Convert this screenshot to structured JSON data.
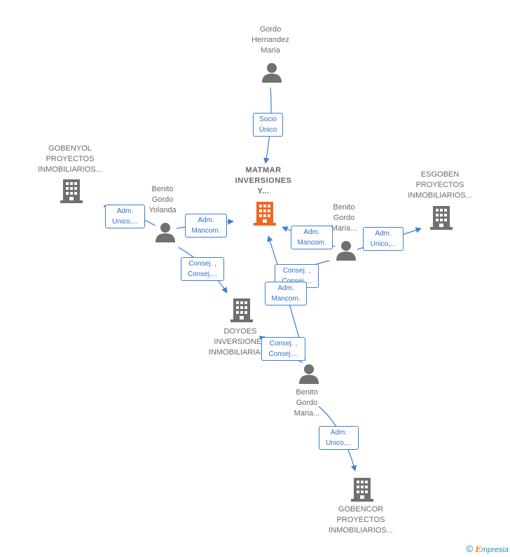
{
  "colors": {
    "edge": "#3b7dd8",
    "person_icon": "#707070",
    "company_icon": "#707070",
    "main_company_icon": "#f26522",
    "label_text": "#6b6b6b",
    "brand_teal": "#2a8fb3",
    "brand_orange": "#f08a00"
  },
  "nodes": {
    "gordo_hernandez": {
      "label": "Gordo\nHernandez\nMaria",
      "kind": "person"
    },
    "matmar": {
      "label": "MATMAR\nINVERSIONES\nY...",
      "kind": "main-company"
    },
    "gobenyol": {
      "label": "GOBENYOL\nPROYECTOS\nINMOBILIARIOS...",
      "kind": "company"
    },
    "esgoben": {
      "label": "ESGOBEN\nPROYECTOS\nINMOBILIARIOS...",
      "kind": "company"
    },
    "benito_yolanda": {
      "label": "Benito\nGordo\nYolanda",
      "kind": "person"
    },
    "benito_maria_right": {
      "label": "Benito\nGordo\nMaria...",
      "kind": "person"
    },
    "doyoes": {
      "label": "DOYOES\nINVERSIONES\nINMOBILIARIAS...",
      "kind": "company"
    },
    "benito_maria_bottom": {
      "label": "Benito\nGordo\nMaria...",
      "kind": "person"
    },
    "gobencor": {
      "label": "GOBENCOR\nPROYECTOS\nINMOBILIARIOS...",
      "kind": "company"
    }
  },
  "edge_labels": {
    "socio_unico": "Socio\nÚnico",
    "adm_unico_gobenyol": "Adm.\nUnico,...",
    "adm_mancom_yolanda": "Adm.\nMancom.",
    "adm_mancom_maria_right": "Adm.\nMancom.",
    "adm_unico_esgoben": "Adm.\nUnico,...",
    "consej_yolanda_doyoes": "Consej. ,\nConsej....",
    "consej_maria_right_doyoes": "Consej. ,\nConsej....",
    "adm_mancom_maria_bottom": "Adm.\nMancom.",
    "consej_maria_bottom_doyoes": "Consej. ,\nConsej....",
    "adm_unico_gobencor": "Adm.\nUnico,..."
  },
  "brand": {
    "copyright": "©",
    "first_letter": "E",
    "rest": "mpresia"
  }
}
